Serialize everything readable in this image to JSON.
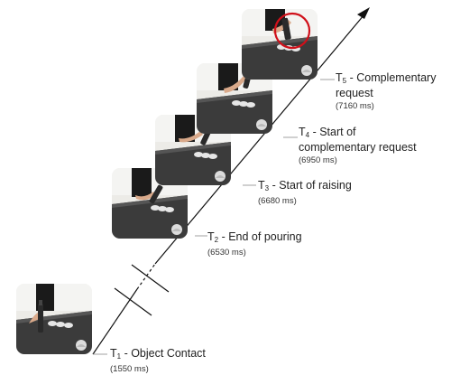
{
  "events": [
    {
      "id": "t1",
      "sub": "1",
      "label": "- Object Contact",
      "time": "(1550 ms)"
    },
    {
      "id": "t2",
      "sub": "2",
      "label": "- End of pouring",
      "time": "(6530 ms)"
    },
    {
      "id": "t3",
      "sub": "3",
      "label": "- Start of raising",
      "time": "(6680 ms)"
    },
    {
      "id": "t4",
      "sub": "4",
      "label": "- Start of",
      "label2": "complementary request",
      "time": "(6950 ms)"
    },
    {
      "id": "t5",
      "sub": "5",
      "label": "- Complementary",
      "label2": "request",
      "time": "(7160 ms)"
    }
  ],
  "prefix": "T",
  "colors": {
    "highlight": "#d0101a",
    "axis": "#111111",
    "table": "#3a3a3a",
    "wall": "#e9e9e6"
  }
}
